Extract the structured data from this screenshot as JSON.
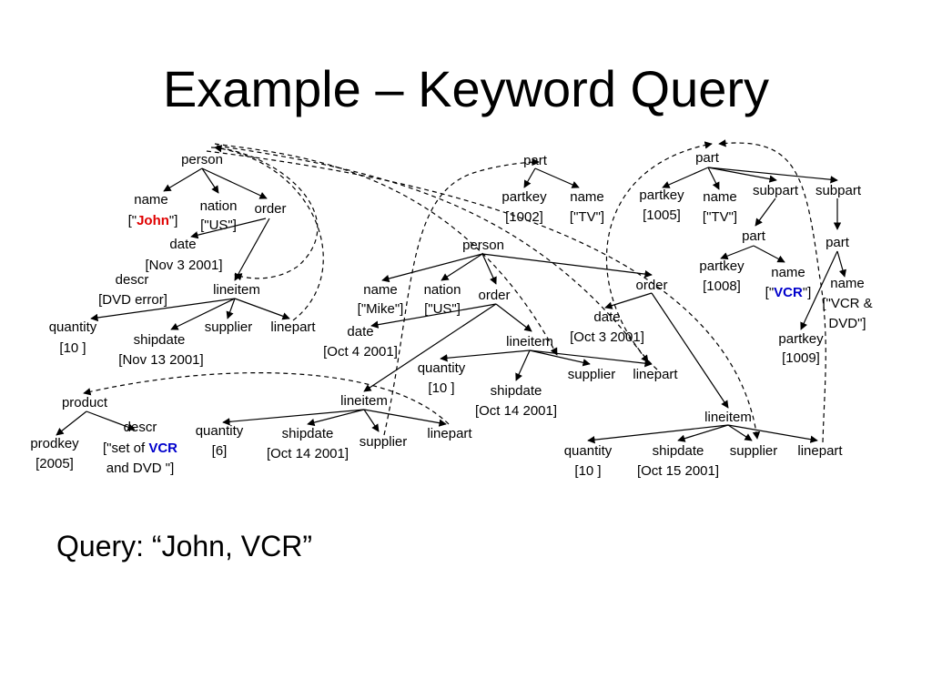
{
  "title": "Example – Keyword Query",
  "query": "Query: “John, VCR”",
  "colors": {
    "keyword_john": "#e00000",
    "keyword_vcr": "#0000cc",
    "text": "#000000",
    "background": "#ffffff"
  },
  "labels": {
    "person1": "person",
    "p1_name": "name",
    "p1_name_val_pre": "[\"",
    "p1_name_val_kw": "John",
    "p1_name_val_post": "\"]",
    "p1_nation": "nation",
    "p1_nation_val": "[\"US\"]",
    "p1_order": "order",
    "p1_date": "date",
    "p1_date_val": "[Nov  3 2001]",
    "p1_descr": "descr",
    "p1_descr_val": "[DVD error]",
    "p1_lineitem": "lineitem",
    "p1_li_quantity": "quantity",
    "p1_li_quantity_val": "[10 ]",
    "p1_li_shipdate": "shipdate",
    "p1_li_shipdate_val": "[Nov  13 2001]",
    "p1_li_supplier": "supplier",
    "p1_li_linepart": "linepart",
    "product": "product",
    "prod_prodkey": "prodkey",
    "prod_prodkey_val": "[2005]",
    "prod_descr": "descr",
    "prod_descr_val1_pre": "[\"set of ",
    "prod_descr_val1_kw": "VCR",
    "prod_descr_val2": "and DVD \"]",
    "part1": "part",
    "part1_partkey": "partkey",
    "part1_partkey_val": "[1002]",
    "part1_name": "name",
    "part1_name_val": "[\"TV\"]",
    "person2": "person",
    "p2_name": "name",
    "p2_name_val": "[\"Mike\"]",
    "p2_nation": "nation",
    "p2_nation_val": "[\"US\"]",
    "p2_order1": "order",
    "p2_o1_date": "date",
    "p2_o1_date_val": "[Oct  4 2001]",
    "p2_o1_li1": "lineitem",
    "p2_o1_li1_quantity": "quantity",
    "p2_o1_li1_quantity_val": "[10 ]",
    "p2_o1_li1_shipdate": "shipdate",
    "p2_o1_li1_shipdate_val": "[Oct  14 2001]",
    "p2_o1_li1_supplier": "supplier",
    "p2_o1_li1_linepart": "linepart",
    "p2_o1_li2": "lineitem",
    "p2_o1_li2_quantity": "quantity",
    "p2_o1_li2_quantity_val": "[6]",
    "p2_o1_li2_shipdate": "shipdate",
    "p2_o1_li2_shipdate_val": "[Oct  14 2001]",
    "p2_o1_li2_supplier": "supplier",
    "p2_o1_li2_linepart": "linepart",
    "p2_order2": "order",
    "p2_o2_date": "date",
    "p2_o2_date_val": "[Oct  3 2001]",
    "p2_o2_li": "lineitem",
    "p2_o2_li_quantity": "quantity",
    "p2_o2_li_quantity_val": "[10 ]",
    "p2_o2_li_shipdate": "shipdate",
    "p2_o2_li_shipdate_val": "[Oct  15 2001]",
    "p2_o2_li_supplier": "supplier",
    "p2_o2_li_linepart": "linepart",
    "part2": "part",
    "part2_partkey": "partkey",
    "part2_partkey_val": "[1005]",
    "part2_name": "name",
    "part2_name_val": "[\"TV\"]",
    "part2_subpart1": "subpart",
    "part2_subpart2": "subpart",
    "sub1_part": "part",
    "sub1_partkey": "partkey",
    "sub1_partkey_val": "[1008]",
    "sub1_name": "name",
    "sub1_name_val_pre": "[\"",
    "sub1_name_val_kw": "VCR",
    "sub1_name_val_post": "\"]",
    "sub2_part": "part",
    "sub2_name": "name",
    "sub2_name_val1": "[\"VCR &",
    "sub2_name_val2": "DVD\"]",
    "sub2_partkey": "partkey",
    "sub2_partkey_val": "[1009]"
  }
}
